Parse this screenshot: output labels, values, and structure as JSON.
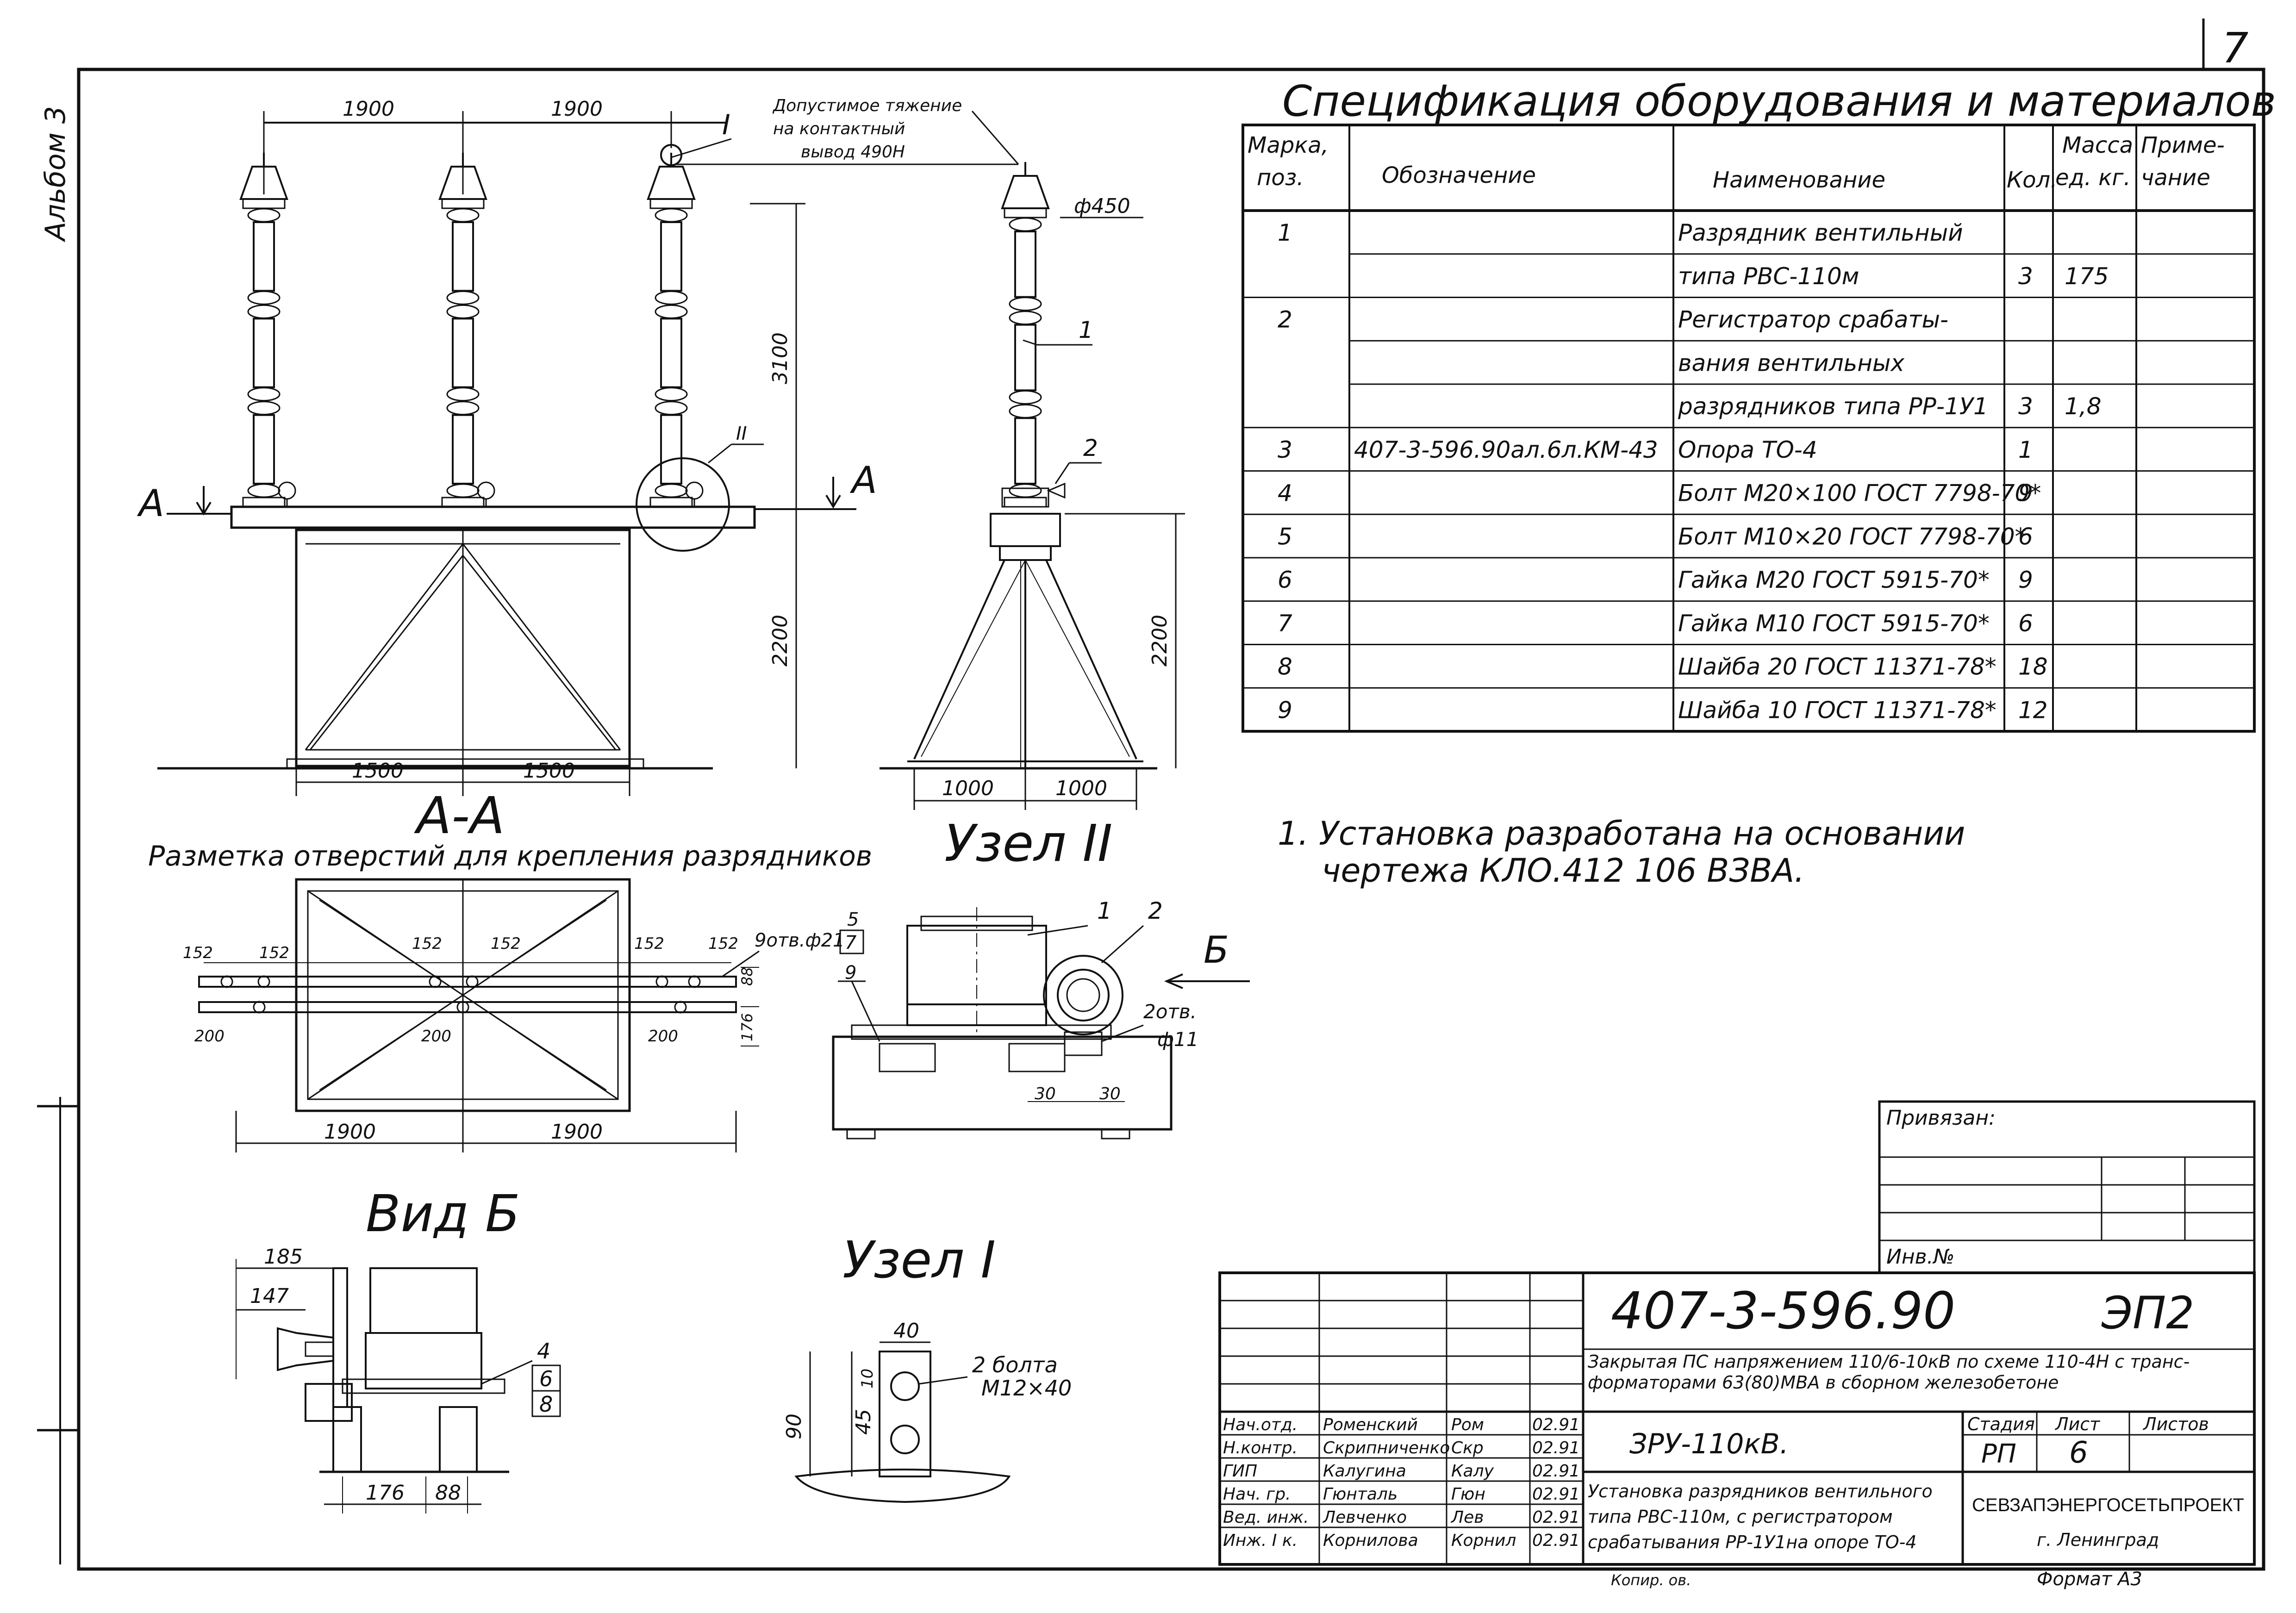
{
  "sheet_number": "7",
  "album": "Альбом 3",
  "specification": {
    "title": "Спецификация оборудования и материалов",
    "headers": {
      "pos": [
        "Марка,",
        "поз."
      ],
      "designation": "Обозначение",
      "name": "Наименование",
      "qty": "Кол.",
      "mass": [
        "Масса",
        "ед. кг."
      ],
      "note": [
        "Приме-",
        "чание"
      ]
    },
    "rows": [
      {
        "pos": "1",
        "designation": "",
        "name": "Разрядник вентильный",
        "qty": "",
        "mass": ""
      },
      {
        "pos": "",
        "designation": "",
        "name": "типа РВС-110м",
        "qty": "3",
        "mass": "175"
      },
      {
        "pos": "2",
        "designation": "",
        "name": "Регистратор срабаты-",
        "qty": "",
        "mass": ""
      },
      {
        "pos": "",
        "designation": "",
        "name": "вания вентильных",
        "qty": "",
        "mass": ""
      },
      {
        "pos": "",
        "designation": "",
        "name": "разрядников типа РР-1У1",
        "qty": "3",
        "mass": "1,8"
      },
      {
        "pos": "3",
        "designation": "407-3-596.90ал.6л.КМ-43",
        "name": "Опора ТО-4",
        "qty": "1",
        "mass": ""
      },
      {
        "pos": "4",
        "designation": "",
        "name": "Болт М20×100 ГОСТ 7798-70*",
        "qty": "9",
        "mass": ""
      },
      {
        "pos": "5",
        "designation": "",
        "name": "Болт М10×20 ГОСТ 7798-70*",
        "qty": "6",
        "mass": ""
      },
      {
        "pos": "6",
        "designation": "",
        "name": "Гайка М20 ГОСТ 5915-70*",
        "qty": "9",
        "mass": ""
      },
      {
        "pos": "7",
        "designation": "",
        "name": "Гайка М10 ГОСТ 5915-70*",
        "qty": "6",
        "mass": ""
      },
      {
        "pos": "8",
        "designation": "",
        "name": "Шайба 20 ГОСТ 11371-78*",
        "qty": "18",
        "mass": ""
      },
      {
        "pos": "9",
        "designation": "",
        "name": "Шайба 10 ГОСТ 11371-78*",
        "qty": "12",
        "mass": ""
      }
    ]
  },
  "notes": [
    "1. Установка разработана на основании",
    "чертежа КЛО.412 106 ВЗВА."
  ],
  "drawing": {
    "front_dims": {
      "top_left": "1900",
      "top_right": "1900",
      "height_upper": "3100",
      "height_lower": "2200",
      "bottom_left": "1500",
      "bottom_right": "1500"
    },
    "tension_note": [
      "Допустимое тяжение",
      "на контактный",
      "вывод 490Н"
    ],
    "callout_I": "I",
    "callout_II": "II",
    "section_mark": "А",
    "side_dims": {
      "diameter": "ф450",
      "height": "2200",
      "bottom_left": "1000",
      "bottom_right": "1000"
    },
    "pos_labels": [
      "1",
      "2"
    ],
    "section_title": "А-А",
    "section_subtitle": "Разметка отверстий для крепления разрядников",
    "aa_dims": [
      "152",
      "152",
      "152",
      "152",
      "152",
      "152",
      "200",
      "200",
      "200",
      "1900",
      "1900",
      "88",
      "176"
    ],
    "holes_note": "9отв.ф21",
    "uzel2_title": "Узел II",
    "uzel2_labels": [
      "1",
      "2",
      "5",
      "7",
      "9",
      "Б",
      "2отв.",
      "ф11",
      "30",
      "30"
    ],
    "vid_b_title": "Вид Б",
    "vid_b_dims": [
      "185",
      "147",
      "176",
      "88"
    ],
    "vid_b_labels": [
      "4",
      "6",
      "8"
    ],
    "uzel1_title": "Узел I",
    "uzel1_dims": [
      "40",
      "10",
      "45",
      "90"
    ],
    "uzel1_note": [
      "2 болта",
      "М12×40"
    ]
  },
  "privyazan": {
    "label": "Привязан:",
    "inv": "Инв.№"
  },
  "title_block": {
    "doc_number": "407-3-596.90",
    "code": "ЭП2",
    "project_desc": [
      "Закрытая ПС напряжением 110/6-10кВ по схеме 110-4Н с транс-",
      "форматорами 63(80)МВА в сборном железобетоне"
    ],
    "object": "ЗРУ-110кВ.",
    "drawing_desc": [
      "Установка разрядников вентильного",
      "типа РВС-110м, с регистратором",
      "срабатывания РР-1У1на опоре ТО-4"
    ],
    "stage_hdr": "Стадия",
    "sheet_hdr": "Лист",
    "sheets_hdr": "Листов",
    "stage": "РП",
    "sheet": "6",
    "org": "СЕВЗАПЭНЕРГОСЕТЬПРОЕКТ",
    "city": "г. Ленинград",
    "copied": "Копир. ов.",
    "format": "Формат А3",
    "people": [
      {
        "role": "Нач.отд.",
        "name": "Роменский",
        "sign": "Ром",
        "date": "02.91"
      },
      {
        "role": "Н.контр.",
        "name": "Скрипниченко",
        "sign": "Скр",
        "date": "02.91"
      },
      {
        "role": "ГИП",
        "name": "Калугина",
        "sign": "Калу",
        "date": "02.91"
      },
      {
        "role": "Нач. гр.",
        "name": "Гюнталь",
        "sign": "Гюн",
        "date": "02.91"
      },
      {
        "role": "Вед. инж.",
        "name": "Левченко",
        "sign": "Лев",
        "date": "02.91"
      },
      {
        "role": "Инж. I к.",
        "name": "Корнилова",
        "sign": "Корнил",
        "date": "02.91"
      }
    ]
  }
}
